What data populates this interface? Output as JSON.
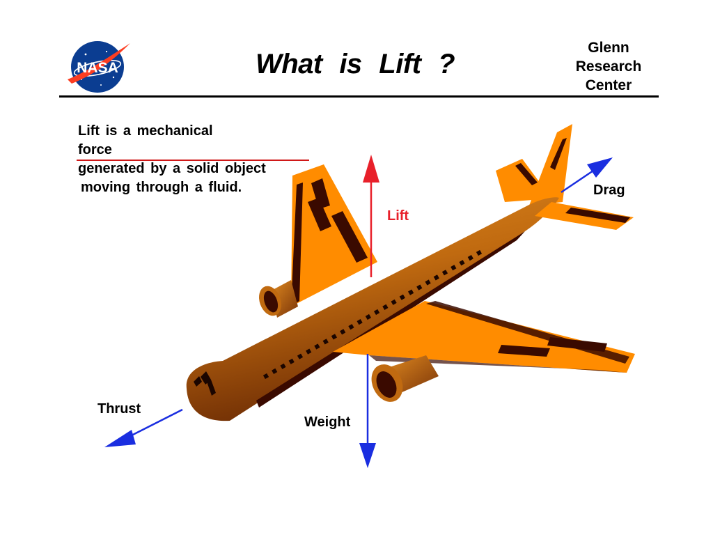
{
  "header": {
    "logo_text": "NASA",
    "title": "What is Lift ?",
    "center_lines": [
      "Glenn",
      "Research",
      "Center"
    ]
  },
  "description": {
    "line1_pre": "Lift is a mechanical ",
    "line1_link": "force",
    "line2": "generated by a solid object",
    "line3": "moving through a fluid."
  },
  "forces": {
    "lift": "Lift",
    "drag": "Drag",
    "thrust": "Thrust",
    "weight": "Weight"
  },
  "colors": {
    "lift": "#e8202a",
    "drag": "#1a2ee0",
    "thrust": "#1a2ee0",
    "weight": "#1a2ee0",
    "force_underline": "#d01818",
    "wing_orange": "#ff8c00",
    "fuselage_brown": "#c06a10",
    "detail_dark": "#3a0a00"
  }
}
